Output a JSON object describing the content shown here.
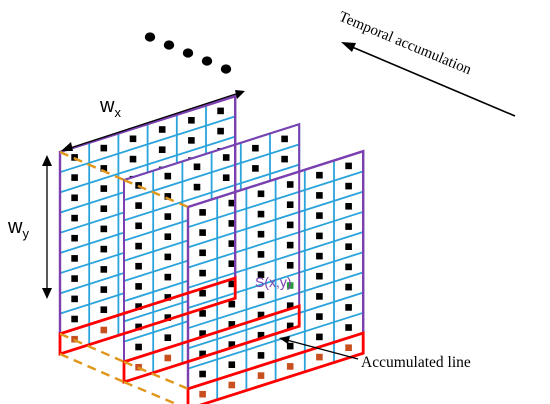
{
  "labels": {
    "temporal": "Temporal accumulation",
    "accumulated": "Accumulated line",
    "wx_main": "w",
    "wx_sub": "x",
    "wy_main": "w",
    "wy_sub": "y",
    "pixel": "S(x,y)"
  },
  "grid": {
    "rows": 10,
    "cols": 6,
    "frame_count": 3,
    "accumulated_row_index": 9
  },
  "colors": {
    "grid_line": "#2aa3dc",
    "pixel_dark": "#000000",
    "pixel_accumulated": "#c8501e",
    "pixel_highlight": "#2e9a3c",
    "window_border": "#7b3fb0",
    "line_highlight": "#ff0000",
    "connector": "#e0961a",
    "arrow": "#000000"
  },
  "icons": {
    "continuation": "ellipsis-dots",
    "direction": "arrow-upper-left"
  }
}
